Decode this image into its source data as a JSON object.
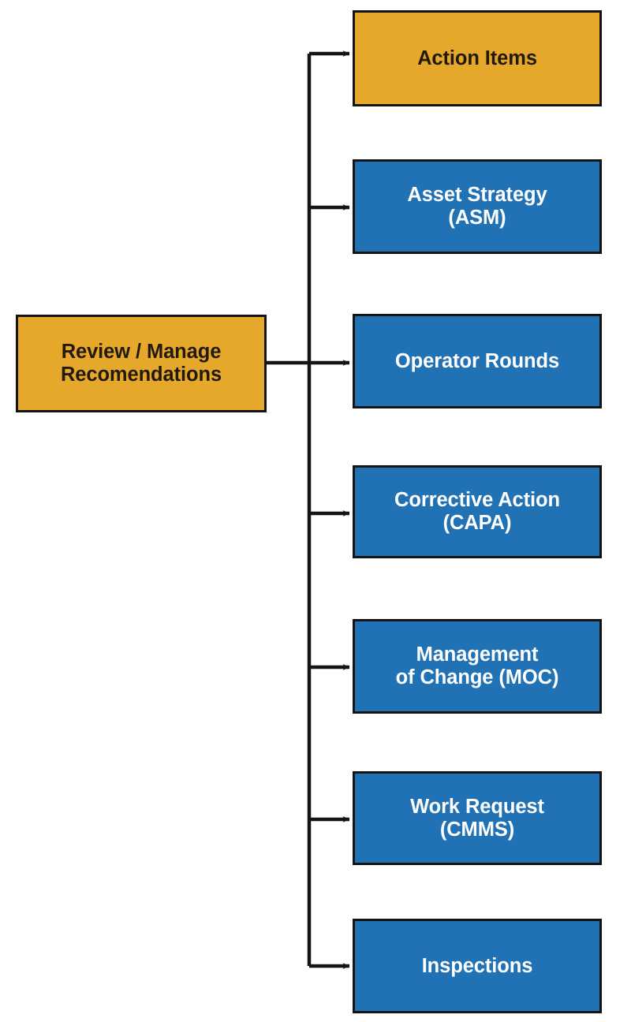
{
  "diagram": {
    "title": "Review / Manage Recomendations routing destinations",
    "source_node": {
      "id": "review-manage-recomendations",
      "label": "Review / Manage\nRecomendations",
      "fill": "#E5A82B",
      "text_color": "#231A0D",
      "border_color": "#141414"
    },
    "targets": [
      {
        "id": "action-items",
        "label": "Action Items",
        "fill": "#E5A82B",
        "text_color": "#231A0D",
        "border_color": "#141414"
      },
      {
        "id": "asset-strategy-asm",
        "label": "Asset Strategy\n(ASM)",
        "fill": "#2171B5",
        "text_color": "#FFFFFF",
        "border_color": "#141414"
      },
      {
        "id": "operator-rounds",
        "label": "Operator Rounds",
        "fill": "#2171B5",
        "text_color": "#FFFFFF",
        "border_color": "#141414"
      },
      {
        "id": "corrective-action-capa",
        "label": "Corrective Action\n(CAPA)",
        "fill": "#2171B5",
        "text_color": "#FFFFFF",
        "border_color": "#141414"
      },
      {
        "id": "management-of-change-moc",
        "label": "Management\nof Change (MOC)",
        "fill": "#2171B5",
        "text_color": "#FFFFFF",
        "border_color": "#141414"
      },
      {
        "id": "work-request-cmms",
        "label": "Work Request\n(CMMS)",
        "fill": "#2171B5",
        "text_color": "#FFFFFF",
        "border_color": "#141414"
      },
      {
        "id": "inspections",
        "label": "Inspections",
        "fill": "#2171B5",
        "text_color": "#FFFFFF",
        "border_color": "#141414"
      }
    ],
    "connectors": {
      "style": "orthogonal-trunk-with-arrowheads",
      "line_color": "#141414",
      "background": "#FFFFFF"
    }
  }
}
